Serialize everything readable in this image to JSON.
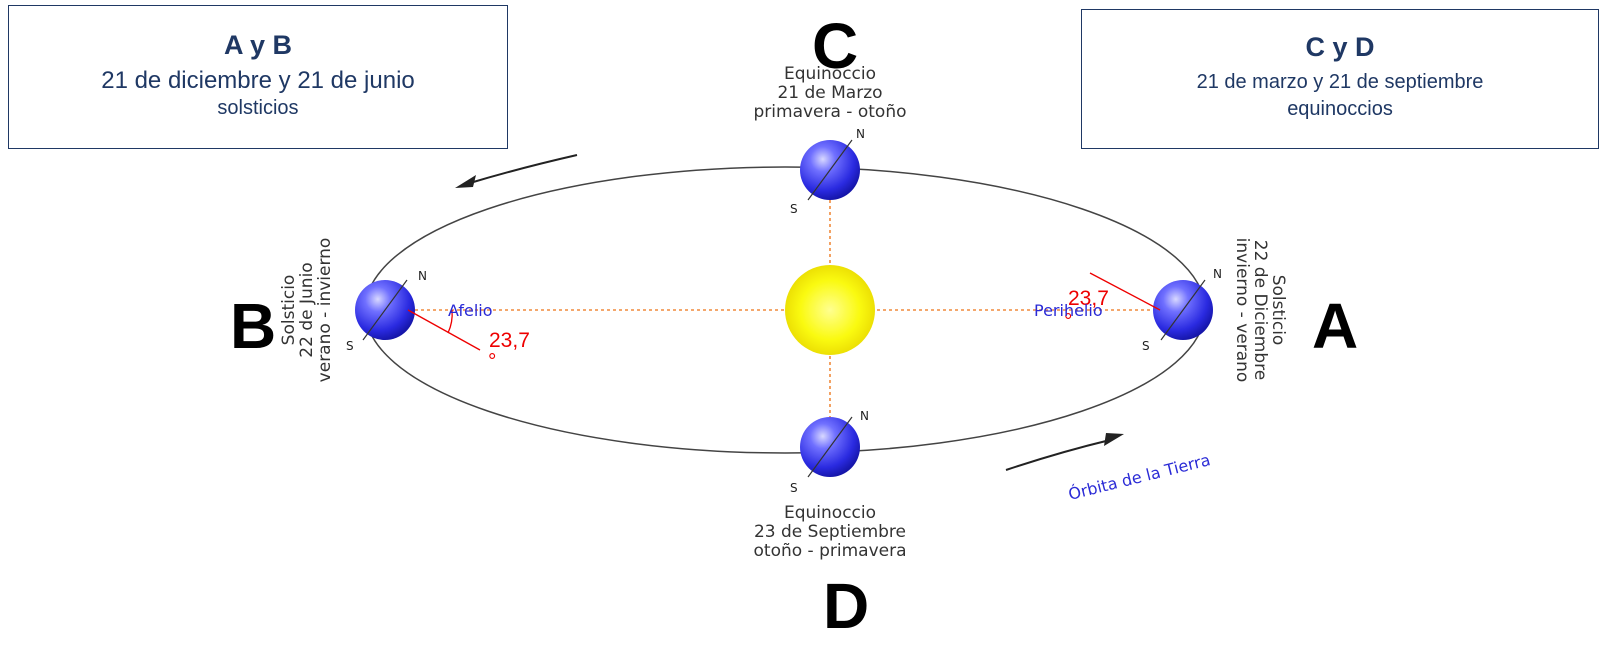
{
  "box_ab": {
    "title": "A y B",
    "line1": "21 de diciembre y 21 de junio",
    "line2": "solsticios"
  },
  "box_cd": {
    "title": "C y D",
    "line1": "21 de marzo y 21 de septiembre",
    "line2": "equinoccios"
  },
  "letters": {
    "a": "A",
    "b": "B",
    "c": "C",
    "d": "D"
  },
  "positions": {
    "top": {
      "l1": "Equinoccio",
      "l2": "21 de Marzo",
      "l3": "primavera - otoño"
    },
    "bottom": {
      "l1": "Equinoccio",
      "l2": "23 de Septiembre",
      "l3": "otoño - primavera"
    },
    "left": {
      "l1": "Solsticio",
      "l2": "22 de Junio",
      "l3": "verano - invierno"
    },
    "right": {
      "l1": "Solsticio",
      "l2": "22 de Diciembre",
      "l3": "invierno - verano"
    }
  },
  "poles": {
    "north": "N",
    "south": "S"
  },
  "afelio": "Afelio",
  "perihelio": "Perihelio",
  "orbit_label": "Órbita de la Tierra",
  "tilt": {
    "value": "23,7",
    "unit": "°"
  },
  "colors": {
    "earth": "#3a3af0",
    "sun": "#f5f000",
    "axis_line": "#f08a3c",
    "angle": "#ee0000",
    "label_blue": "#2a2ad6",
    "box_border": "#1f3864"
  }
}
